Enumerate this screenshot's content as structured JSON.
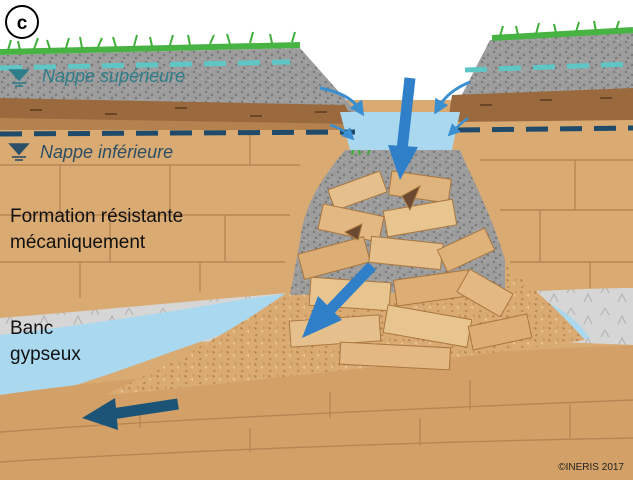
{
  "panel": {
    "letter": "c"
  },
  "labels": {
    "nappe_superieure": "Nappe supérieure",
    "nappe_inferieure": "Nappe inférieure",
    "formation_line1": "Formation résistante",
    "formation_line2": "mécaniquement",
    "banc_line1": "Banc",
    "banc_line2": "gypseux"
  },
  "credit": "©INERIS 2017",
  "colors": {
    "sandstone": "#d9aa72",
    "sandstone_dark": "#c99458",
    "soil_brown": "#9a6a3e",
    "gravel_grey": "#9a9a9a",
    "grass_green": "#3fae3a",
    "water_light": "#a9d8ef",
    "arrow_blue": "#2f80c8",
    "arrow_dark": "#1c5478",
    "water_table_light": "#5fc6c6",
    "water_table_dark": "#1f4a6a",
    "gypsum": "#d9d9d9",
    "text_teal": "#2e7d8a"
  },
  "icons": [
    "water-table-symbol-icon",
    "flow-arrow-icon"
  ]
}
